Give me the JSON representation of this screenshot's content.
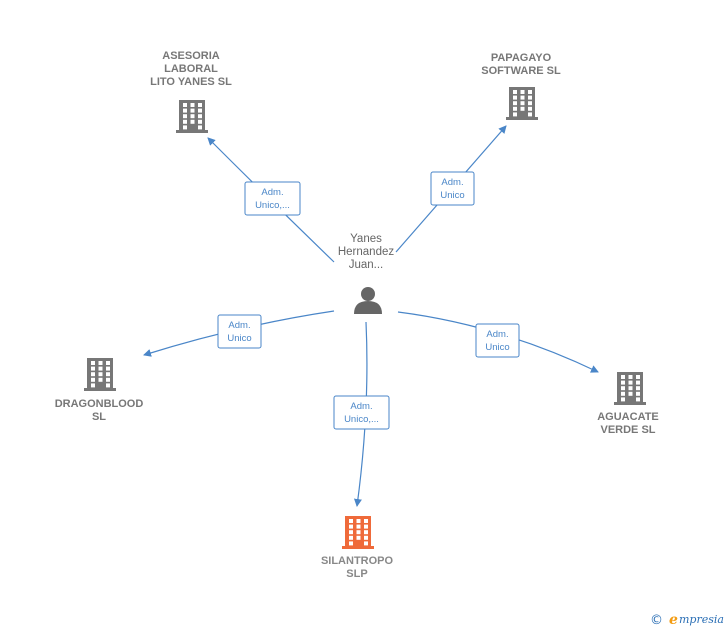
{
  "colors": {
    "edge": "#4a86c8",
    "building": "#777777",
    "building_focus": "#ef6a3a",
    "person": "#666666"
  },
  "center": {
    "label_lines": [
      "Yanes",
      "Hernandez",
      "Juan..."
    ],
    "icon": "person-icon"
  },
  "companies": [
    {
      "id": "asesoria",
      "label_lines": [
        "ASESORIA",
        "LABORAL",
        "LITO YANES SL"
      ],
      "icon": "building-icon",
      "focus": false
    },
    {
      "id": "papagayo",
      "label_lines": [
        "PAPAGAYO",
        "SOFTWARE  SL"
      ],
      "icon": "building-icon",
      "focus": false
    },
    {
      "id": "dragonblood",
      "label_lines": [
        "DRAGONBLOOD",
        "SL"
      ],
      "icon": "building-icon",
      "focus": false
    },
    {
      "id": "aguacate",
      "label_lines": [
        "AGUACATE",
        "VERDE  SL"
      ],
      "icon": "building-icon",
      "focus": false
    },
    {
      "id": "silantropo",
      "label_lines": [
        "SILANTROPO",
        "SLP"
      ],
      "icon": "building-icon",
      "focus": true
    }
  ],
  "edges": [
    {
      "target": "asesoria",
      "label_lines": [
        "Adm.",
        "Unico,..."
      ]
    },
    {
      "target": "papagayo",
      "label_lines": [
        "Adm.",
        "Unico"
      ]
    },
    {
      "target": "dragonblood",
      "label_lines": [
        "Adm.",
        "Unico"
      ]
    },
    {
      "target": "aguacate",
      "label_lines": [
        "Adm.",
        "Unico"
      ]
    },
    {
      "target": "silantropo",
      "label_lines": [
        "Adm.",
        "Unico,..."
      ]
    }
  ],
  "footer": {
    "copyright": "©",
    "brand_initial": "e",
    "brand_rest": "mpresia"
  }
}
